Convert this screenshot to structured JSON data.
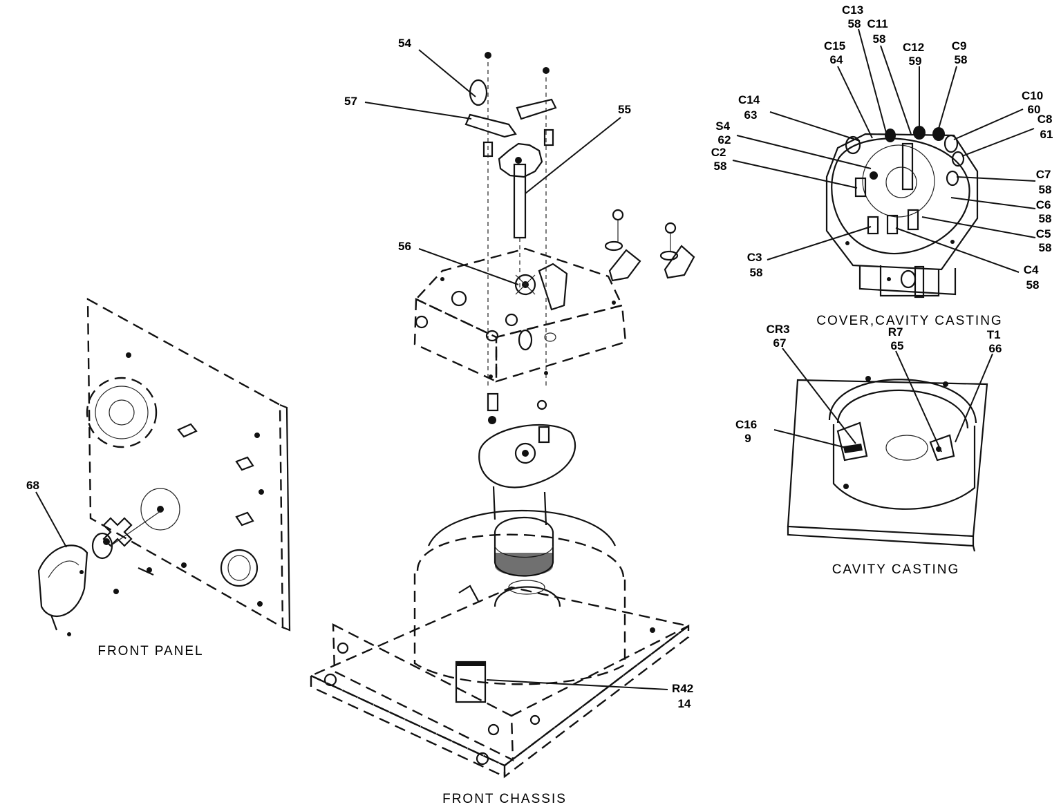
{
  "panels": {
    "front_panel": "FRONT PANEL",
    "front_chassis": "FRONT CHASSIS",
    "cover_cavity": "COVER,CAVITY CASTING",
    "cavity_casting": "CAVITY CASTING"
  },
  "callouts": {
    "c68": [
      "68"
    ],
    "c54": [
      "54"
    ],
    "c57": [
      "57"
    ],
    "c55": [
      "55"
    ],
    "c56": [
      "56"
    ],
    "r42": [
      "R42",
      "14"
    ],
    "c13": [
      "C13",
      "58"
    ],
    "c11": [
      "C11",
      "58"
    ],
    "c15": [
      "C15",
      "64"
    ],
    "c12": [
      "C12",
      "59"
    ],
    "c9": [
      "C9",
      "58"
    ],
    "c14": [
      "C14",
      "63"
    ],
    "c10": [
      "C10",
      "60"
    ],
    "c8": [
      "C8",
      "61"
    ],
    "s4": [
      "S4",
      "62"
    ],
    "c2": [
      "C2",
      "58"
    ],
    "c7": [
      "C7",
      "58"
    ],
    "c6": [
      "C6",
      "58"
    ],
    "c5": [
      "C5",
      "58"
    ],
    "c3": [
      "C3",
      "58"
    ],
    "c4": [
      "C4",
      "58"
    ],
    "cr3": [
      "CR3",
      "67"
    ],
    "r7": [
      "R7",
      "65"
    ],
    "t1": [
      "T1",
      "66"
    ],
    "c16": [
      "C16",
      "9"
    ]
  }
}
